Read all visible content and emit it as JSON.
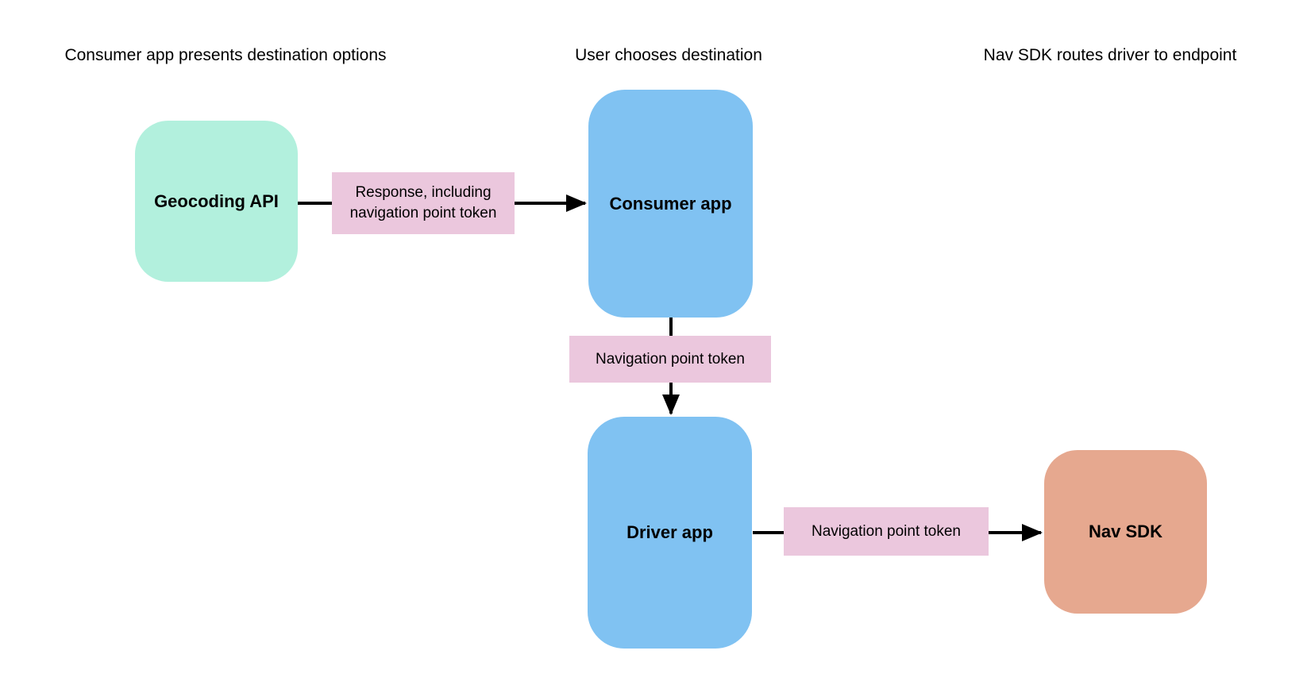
{
  "canvas": {
    "background": "#ffffff"
  },
  "colors": {
    "node_green": "#b2f0dd",
    "node_blue": "#80c2f2",
    "node_orange": "#e6a88f",
    "edge_label_pink": "#ebc7dd",
    "arrow": "#000000",
    "text": "#000000"
  },
  "headers": [
    {
      "label": "Consumer app presents destination options"
    },
    {
      "label": "User chooses destination"
    },
    {
      "label": "Nav SDK routes driver to endpoint"
    }
  ],
  "nodes": [
    {
      "id": "geocoding-api",
      "label": "Geocoding API",
      "color": "#b2f0dd"
    },
    {
      "id": "consumer-app",
      "label": "Consumer app",
      "color": "#80c2f2"
    },
    {
      "id": "driver-app",
      "label": "Driver app",
      "color": "#80c2f2"
    },
    {
      "id": "nav-sdk",
      "label": "Nav SDK",
      "color": "#e6a88f"
    }
  ],
  "edges": [
    {
      "from": "geocoding-api",
      "to": "consumer-app",
      "label": "Response, including navigation point token",
      "label_color": "#ebc7dd"
    },
    {
      "from": "consumer-app",
      "to": "driver-app",
      "label": "Navigation point token",
      "label_color": "#ebc7dd"
    },
    {
      "from": "driver-app",
      "to": "nav-sdk",
      "label": "Navigation point token",
      "label_color": "#ebc7dd"
    }
  ]
}
